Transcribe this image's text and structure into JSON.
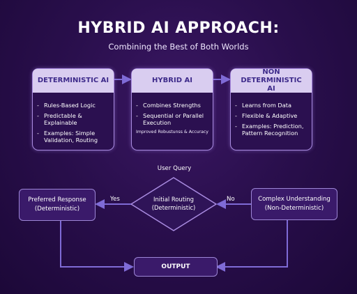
{
  "title": "HYBRID AI APPROACH:",
  "subtitle": "Combining the Best of Both Worlds",
  "cards": {
    "deterministic": {
      "header": "DETERMINISTIC AI",
      "items": [
        "Rules-Based Logic",
        "Predictable & Explainable",
        "Examples: Simple Validation, Routing"
      ]
    },
    "hybrid": {
      "header": "HYBRID AI",
      "items": [
        "Combines Strengths",
        "Sequential or Parallel Execution"
      ],
      "note": "Improved Robustunss & Accuracy"
    },
    "non_deterministic": {
      "header": "NON DETERMINISTIC AI",
      "items": [
        "Learns from Data",
        "Flexible & Adaptive",
        "Examples: Prediction, Pattern Recognition"
      ]
    }
  },
  "flow": {
    "user_query": "User Query",
    "routing": "Initial Routing (Deterministic)",
    "preferred": "Preferred Response (Deterministic)",
    "complex": "Complex Understanding (Non-Deterministic)",
    "output": "OUTPUT",
    "yes": "Yes",
    "no": "No"
  },
  "colors": {
    "background": "#2a0f4d",
    "card_header": "#d9cdf0",
    "card_header_text": "#3d2a8a",
    "border": "#a98be0",
    "connector": "#7f6bd6"
  }
}
